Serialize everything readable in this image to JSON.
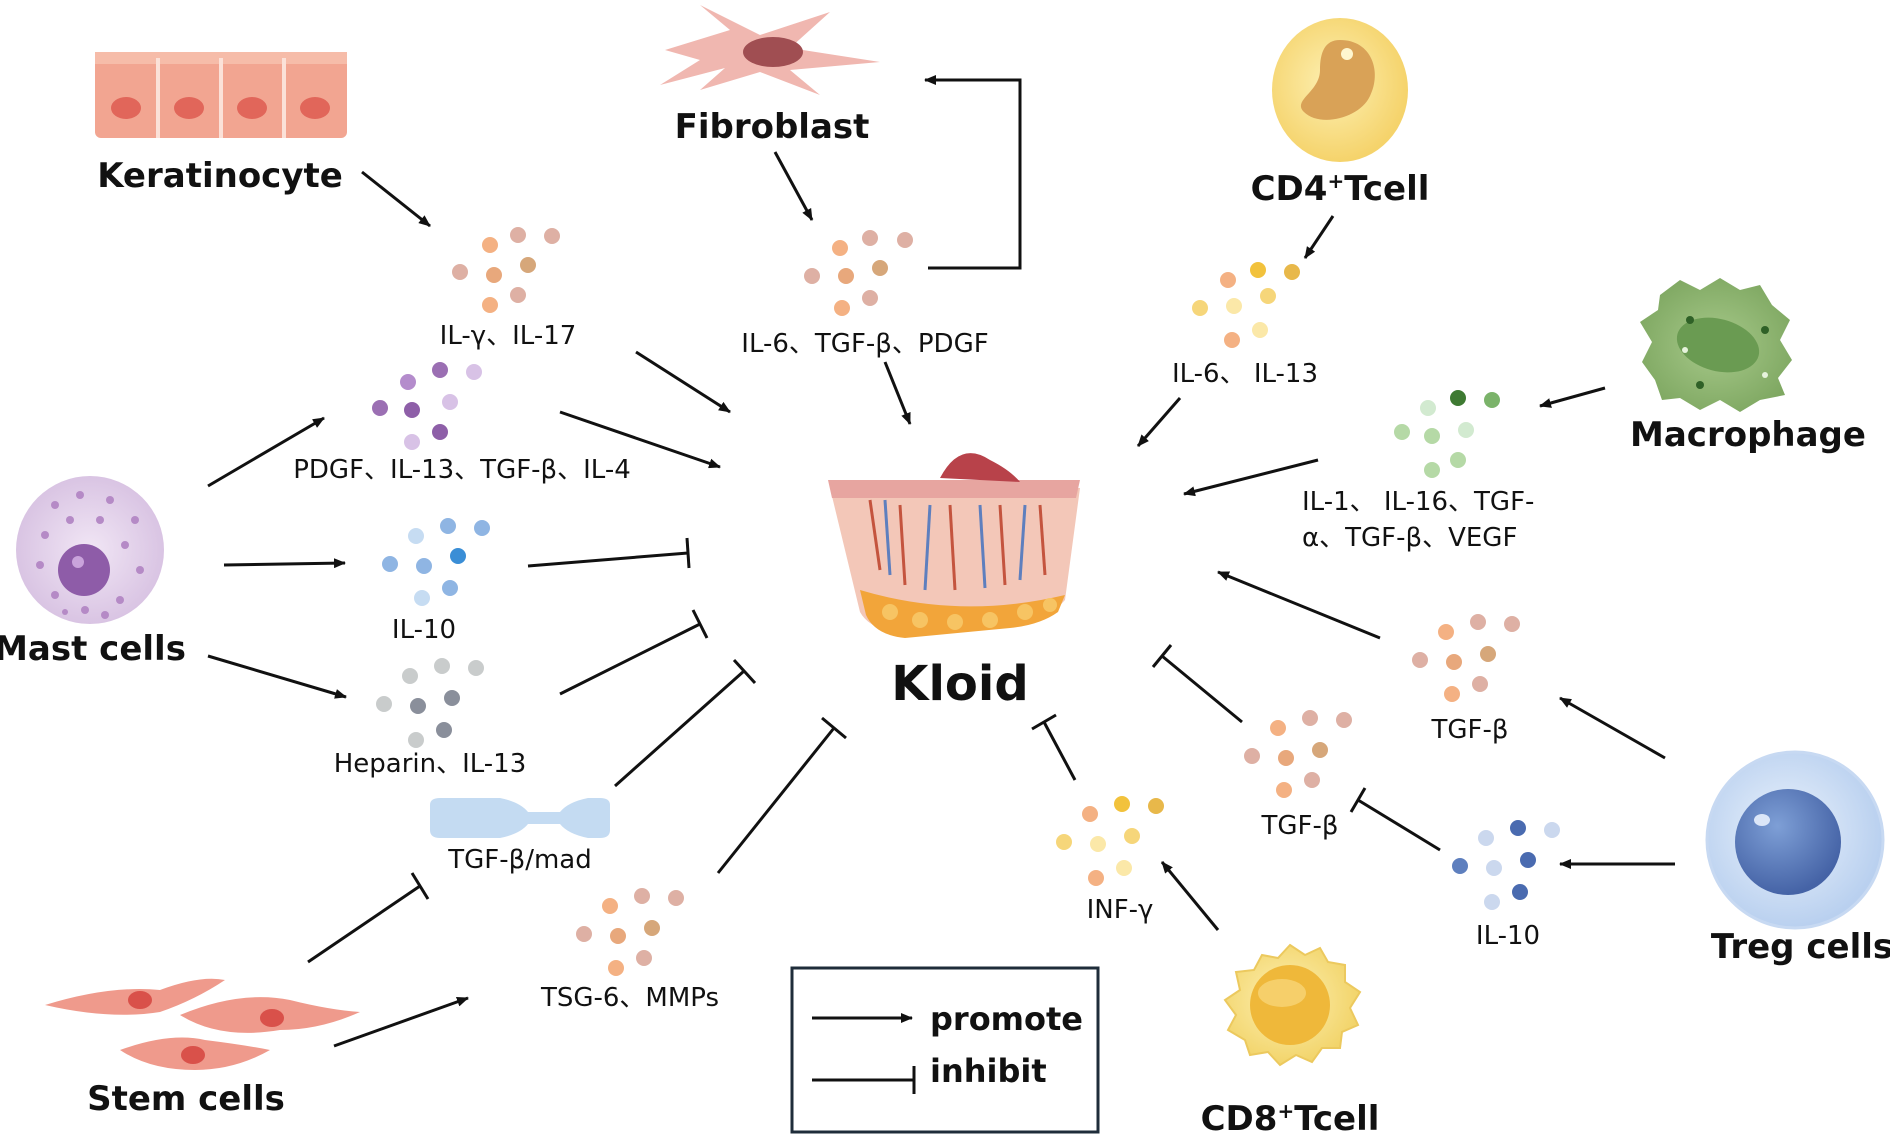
{
  "center": {
    "label": "Kloid"
  },
  "cells": {
    "keratinocyte": "Keratinocyte",
    "fibroblast": "Fibroblast",
    "cd4": {
      "main": "CD4",
      "sup": "+",
      "suffix": "Tcell"
    },
    "macrophage": "Macrophage",
    "mast": "Mast cells",
    "stem": "Stem cells",
    "treg": "Treg cells",
    "cd8": {
      "main": "CD8",
      "sup": "+",
      "suffix": "Tcell"
    }
  },
  "cytokines": {
    "ker": "IL-γ、IL-17",
    "fib": "IL-6、TGF-β、PDGF",
    "mast1": "PDGF、IL-13、TGF-β、IL-4",
    "mast2": "IL-10",
    "mast3": "Heparin、IL-13",
    "smad": "TGF-β/mad",
    "tsg": "TSG-6、MMPs",
    "cd4": "IL-6、 IL-13",
    "mac_line1": "IL-1、 IL-16、TGF-",
    "mac_line2": "α、TGF-β、VEGF",
    "treg1": "TGF-β",
    "treg2": "TGF-β",
    "treg3": "IL-10",
    "cd8": "INF-γ"
  },
  "legend": {
    "promote": "promote",
    "inhibit": "inhibit"
  },
  "colors": {
    "arrow": "#111111",
    "orange_dots": [
      "#f4b183",
      "#e8a87c",
      "#d6a77a",
      "#c98e6b",
      "#deb0a4"
    ],
    "purple_dots": [
      "#9b6fb3",
      "#b48ccc",
      "#d8c2e6",
      "#8e5fa8"
    ],
    "blue_dots": [
      "#8fb5e3",
      "#5d9ad9",
      "#c6dcf2",
      "#3a8ed6"
    ],
    "gray_dots": [
      "#c9cccc",
      "#a5a9ab",
      "#8a8f9b",
      "#b6b8c9"
    ],
    "yellow_dots": [
      "#f6d67a",
      "#f2c23c",
      "#fbe8a8",
      "#e8b84a"
    ],
    "green_dots": [
      "#7bb36a",
      "#b5d9a6",
      "#3e7a32",
      "#d2ead0"
    ],
    "treg_blue_dots": [
      "#5e7fbe",
      "#9fb4de",
      "#4a6bb0",
      "#cbd8ee"
    ]
  }
}
